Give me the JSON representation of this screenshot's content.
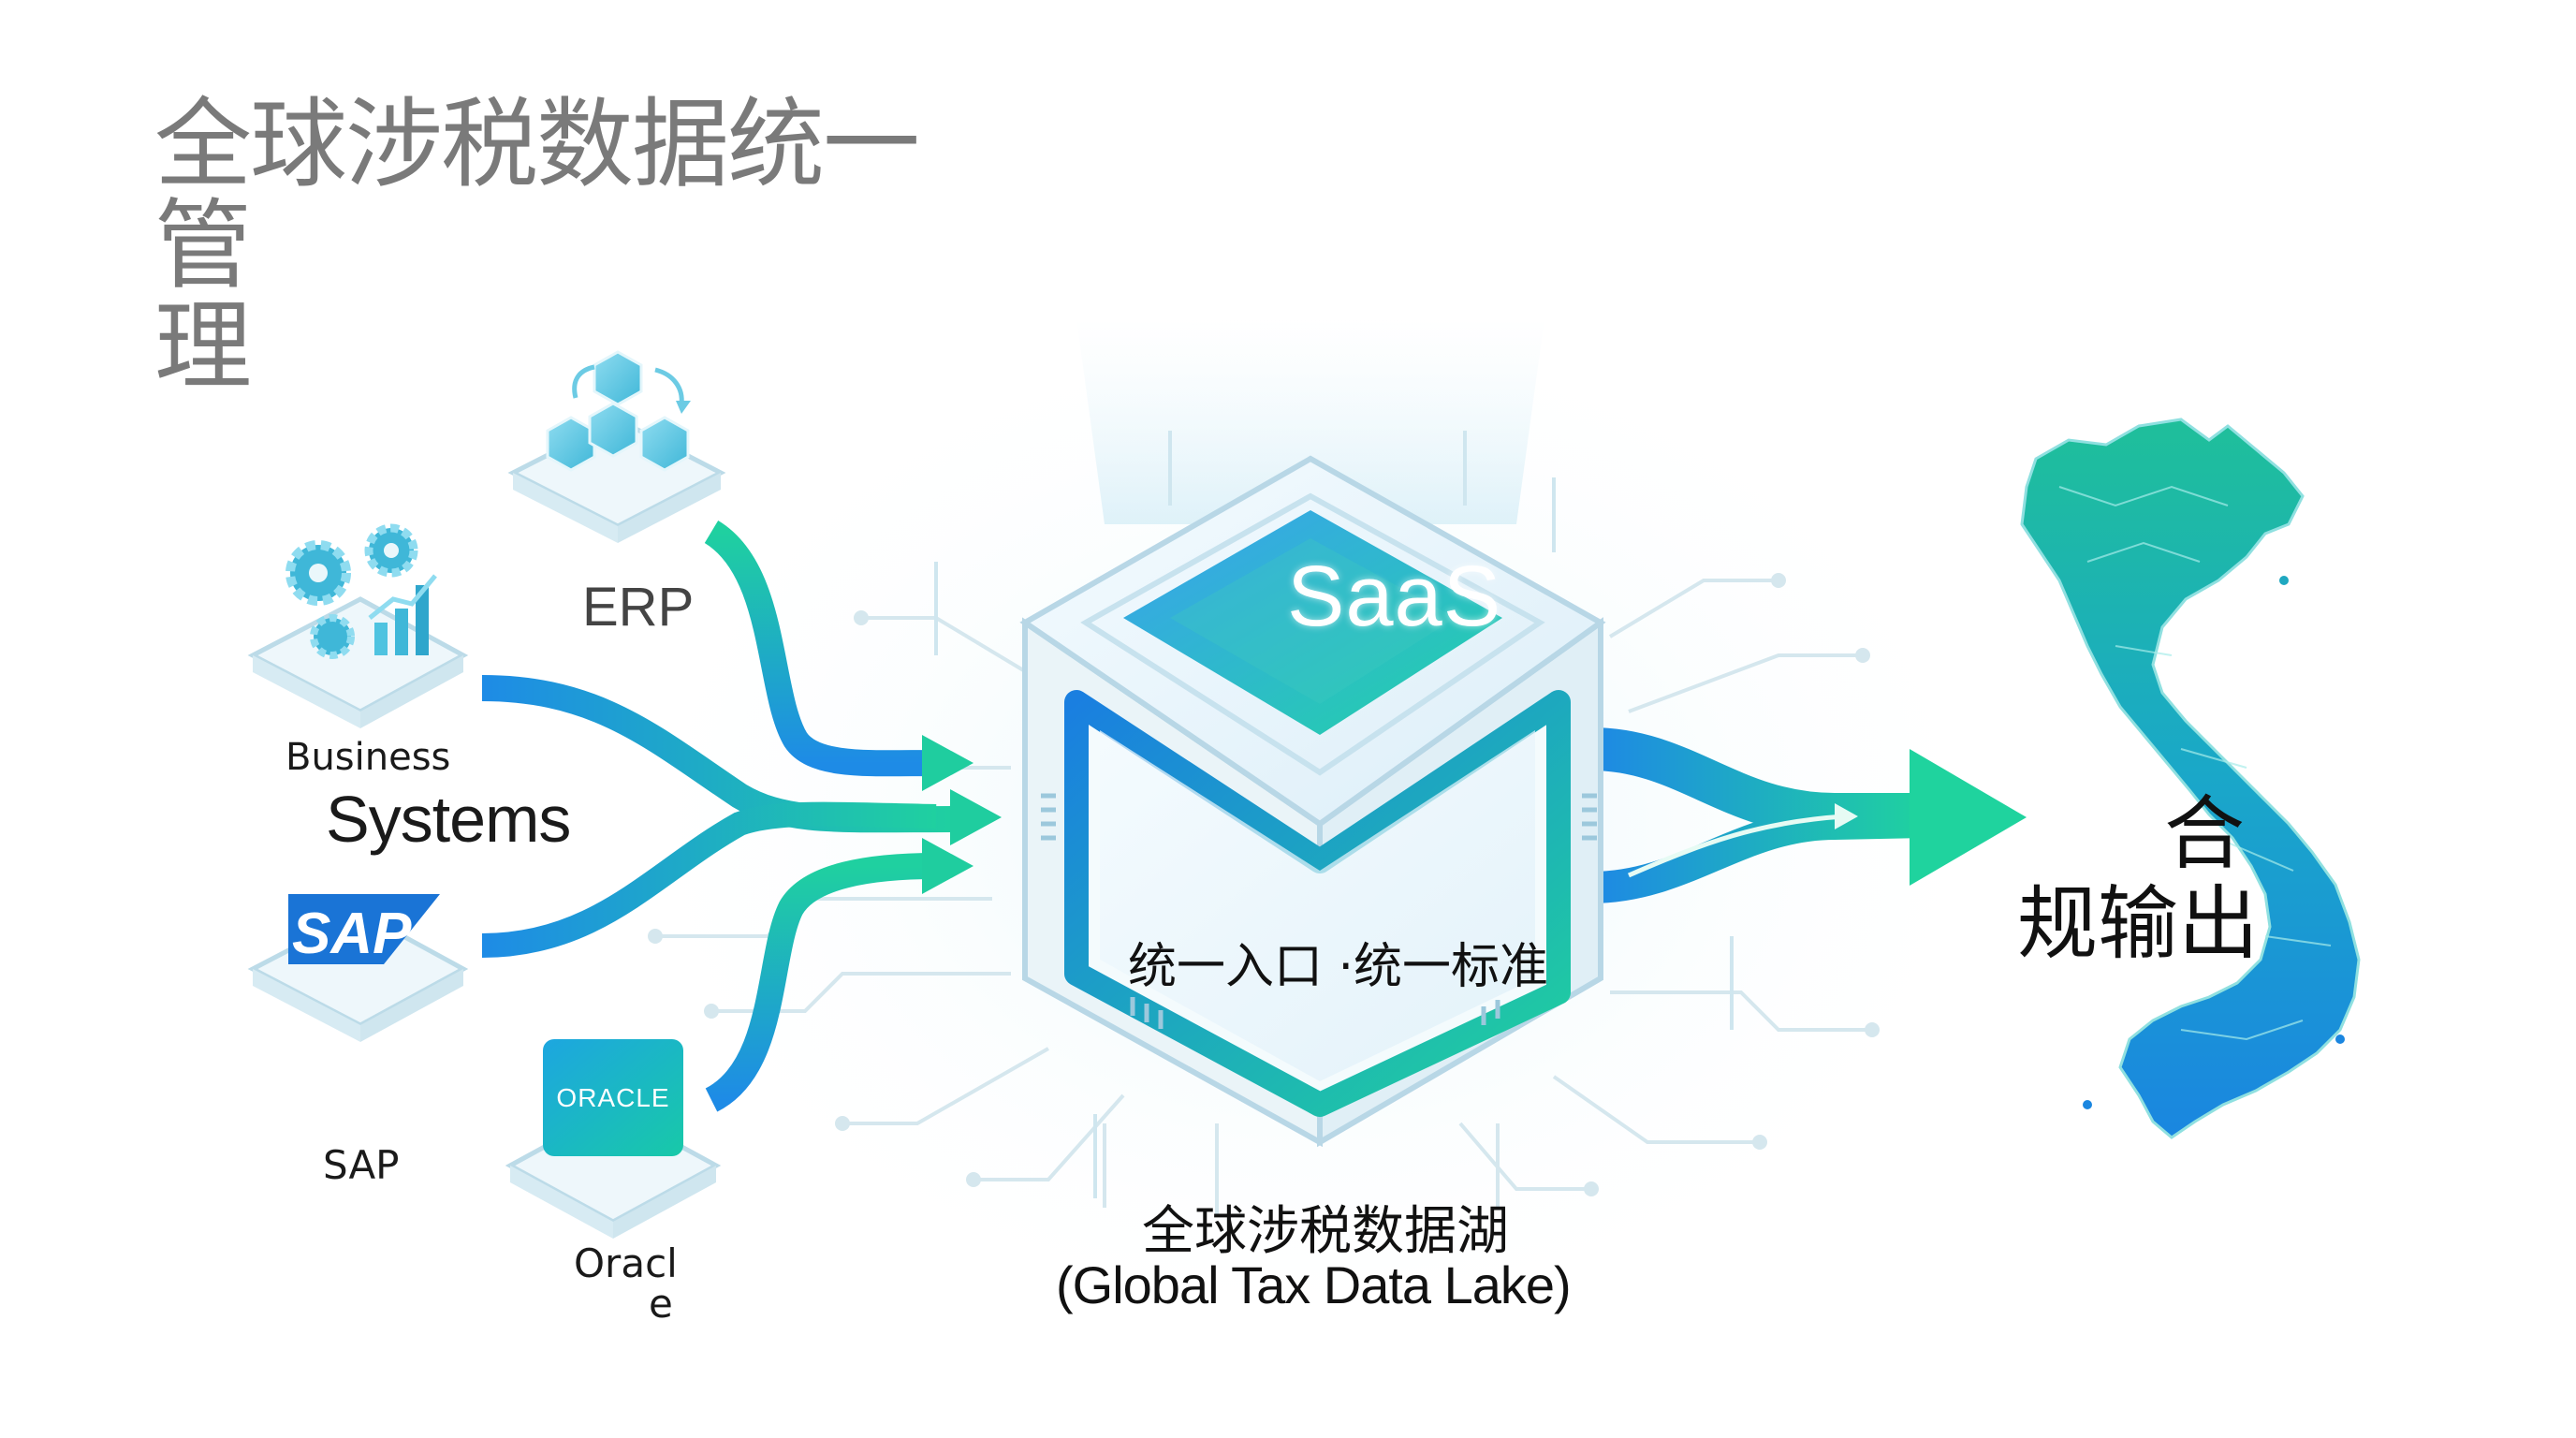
{
  "title": {
    "line1": "全球涉税数据统一管",
    "line2": "理"
  },
  "sources": {
    "erp": "ERP",
    "business_line1": "Business",
    "business_line2": "Systems",
    "sap": "SAP",
    "sap_logo": "SAP",
    "oracle_line1": "Oracl",
    "oracle_line2": "e",
    "oracle_logo": "ORACLE"
  },
  "hub": {
    "saas": "SaaS",
    "tagline": "统一入口 ·统一标准",
    "lake_cn": "全球涉税数据湖",
    "lake_en": "(Global Tax Data Lake)"
  },
  "output": {
    "line1": "合",
    "line2": "规输出"
  },
  "colors": {
    "teal": "#1ec8a0",
    "blue": "#1e88e5",
    "title_gray": "#7a7a7a"
  }
}
